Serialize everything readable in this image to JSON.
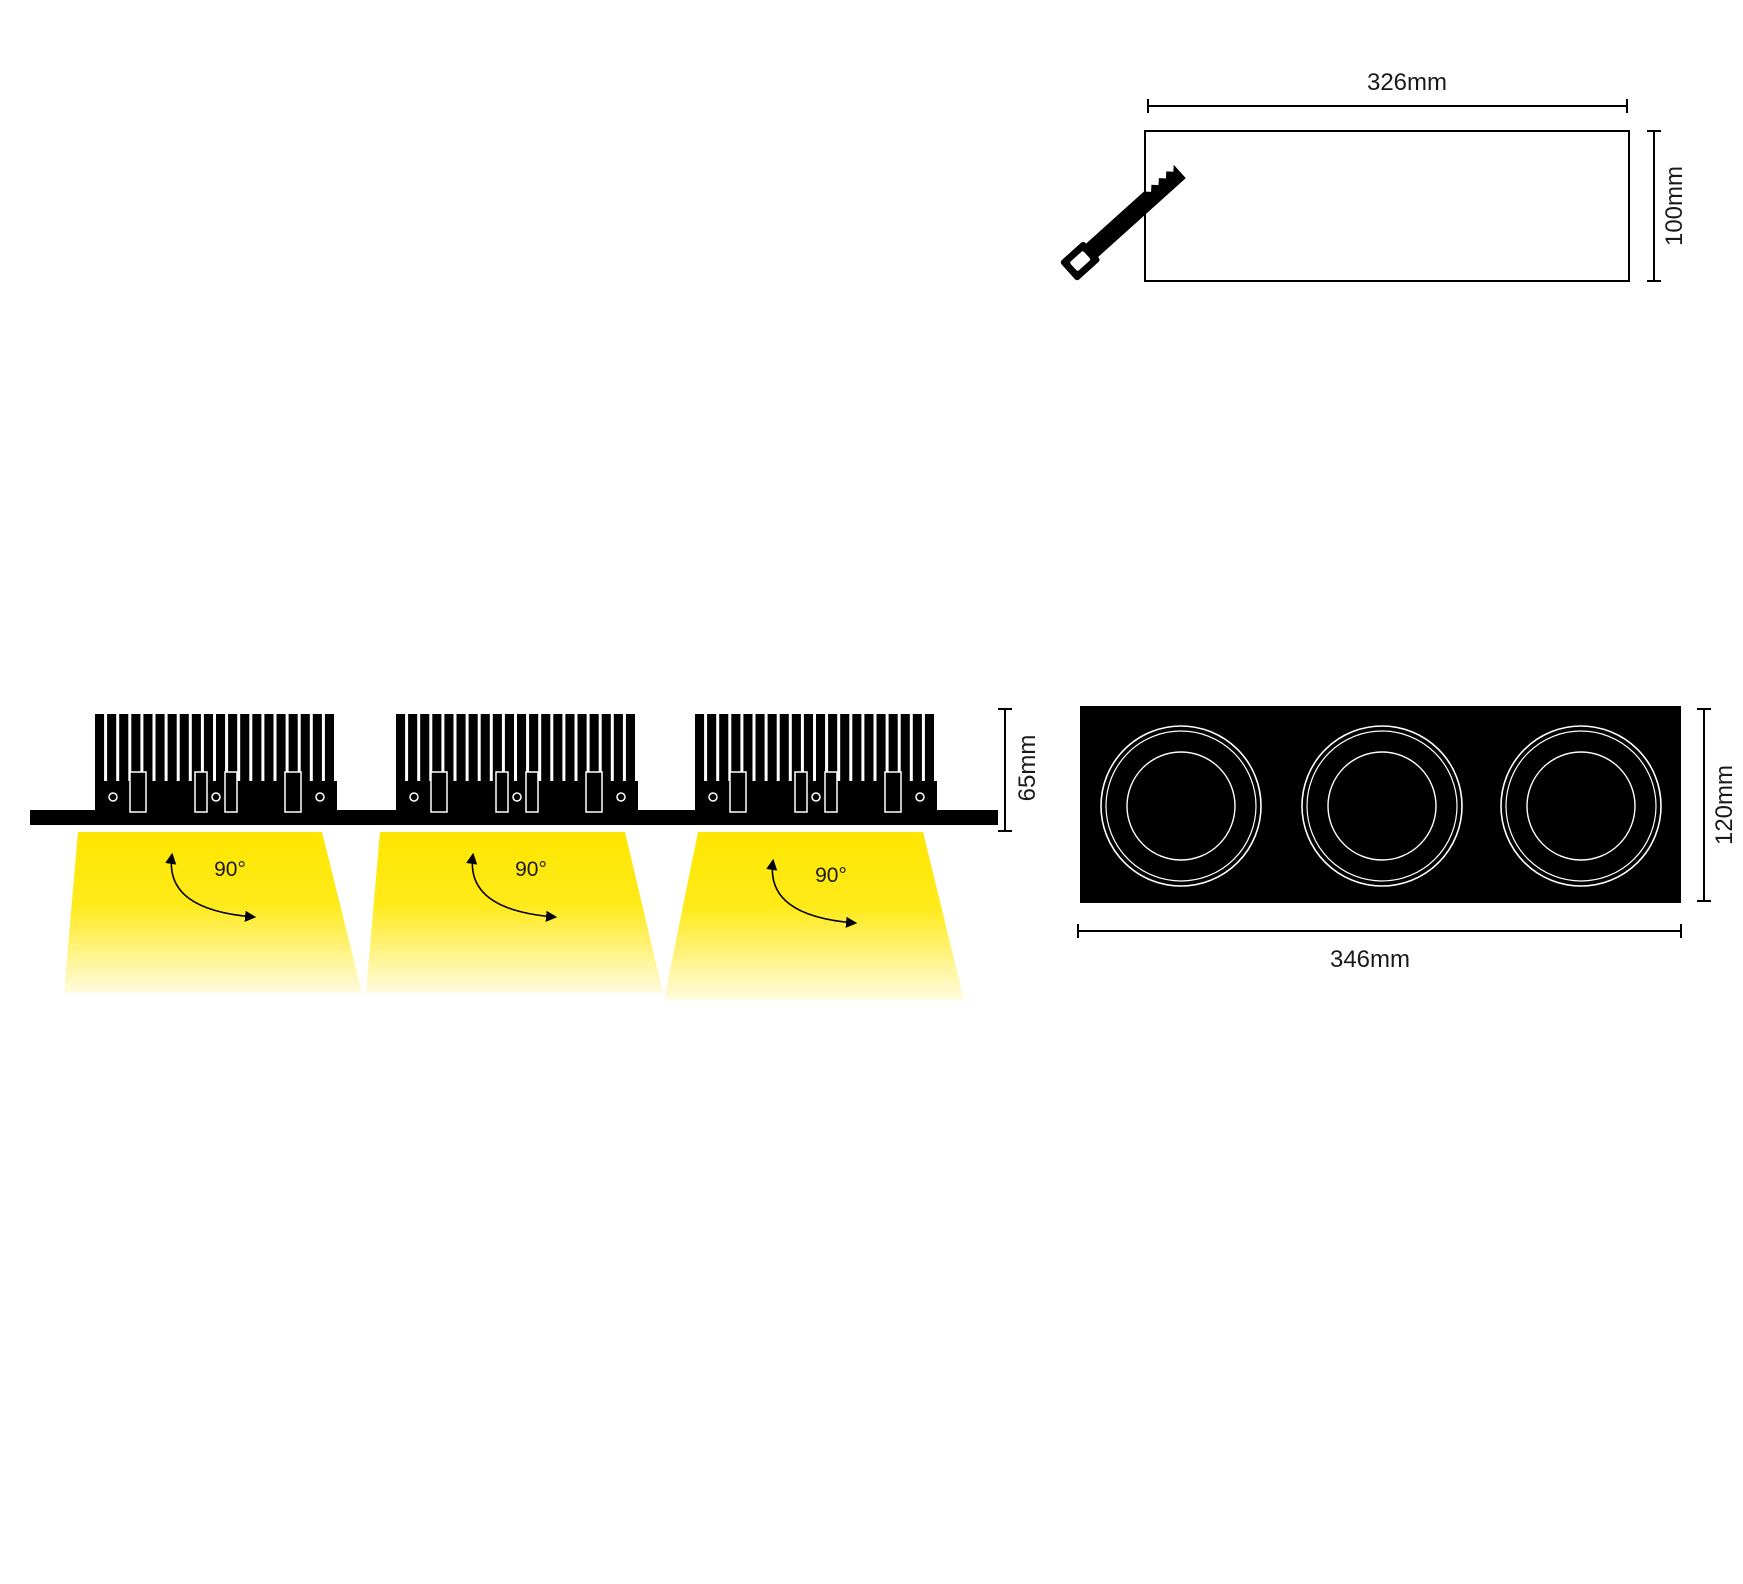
{
  "cutout": {
    "width_label": "326mm",
    "height_label": "100mm"
  },
  "side_view": {
    "height_label": "65mm",
    "beam_angle_labels": [
      "90°",
      "90°",
      "90°"
    ]
  },
  "front_view": {
    "height_label": "120mm",
    "width_label": "346mm",
    "lamp_count": 3
  },
  "colors": {
    "line": "#000000",
    "light_beam": "#FFE600"
  },
  "icons": {
    "cutout_tool": "saw-icon"
  }
}
